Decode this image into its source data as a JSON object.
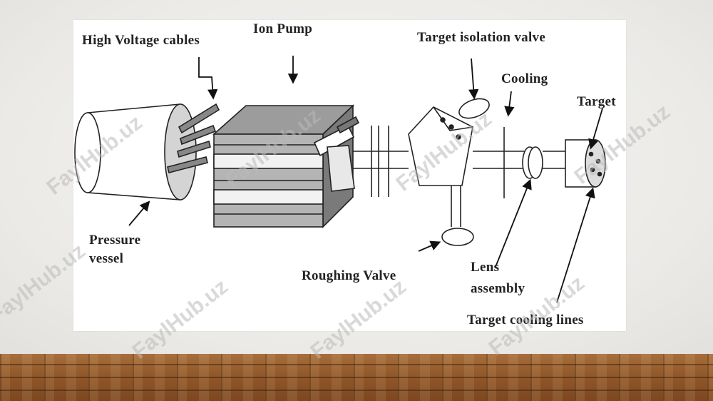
{
  "diagram": {
    "labels": {
      "high_voltage_cables": "High Voltage cables",
      "ion_pump": "Ion Pump",
      "target_isolation_valve": "Target isolation valve",
      "cooling": "Cooling",
      "target": "Target",
      "pressure_vessel_line1": "Pressure",
      "pressure_vessel_line2": "vessel",
      "roughing_valve": "Roughing Valve",
      "lens_line1": "Lens",
      "lens_line2": "assembly",
      "target_cooling_lines": "Target cooling lines"
    }
  },
  "watermark": {
    "text": "FaylHub.uz"
  }
}
